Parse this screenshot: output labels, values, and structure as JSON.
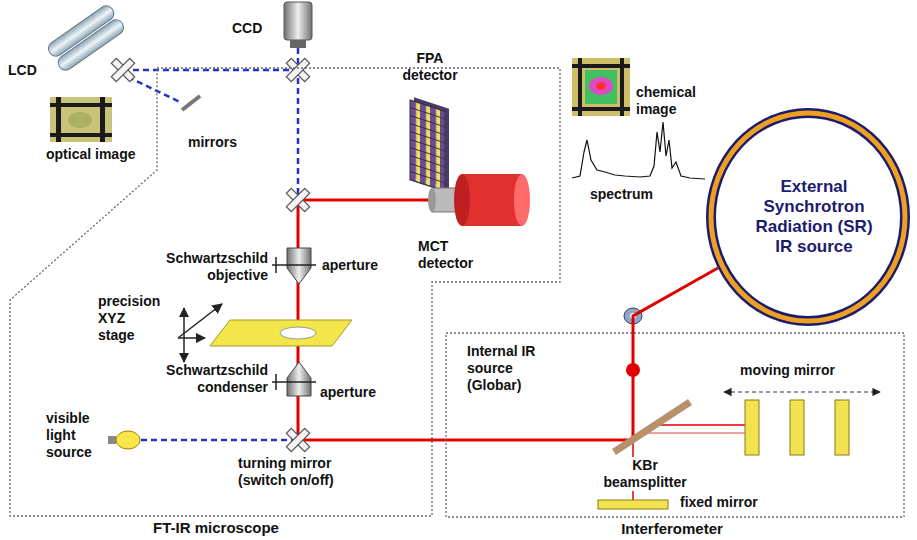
{
  "diagram": {
    "nodes": [
      {
        "text": [
          "FT-IR microscope"
        ]
      },
      {
        "text": [
          "Interferometer"
        ]
      },
      {
        "text": [
          "External Synchrotron Radiation (SR) IR source"
        ]
      }
    ],
    "edges": [
      {
        "from": 2,
        "to": 1,
        "arrow": "none"
      },
      {
        "from": 1,
        "to": 0,
        "arrow": "none"
      }
    ],
    "labels": [
      "CCD",
      "LCD",
      "FPA detector",
      "chemical image",
      "optical image",
      "mirrors",
      "spectrum",
      "MCT detector",
      "Schwartzschild objective",
      "aperture",
      "precision XYZ stage",
      "Schwartzschild condenser",
      "aperture",
      "Internal IR source (Globar)",
      "moving mirror",
      "visible light source",
      "turning mirror (switch on/off)",
      "KBr beamsplitter",
      "fixed mirror"
    ]
  }
}
